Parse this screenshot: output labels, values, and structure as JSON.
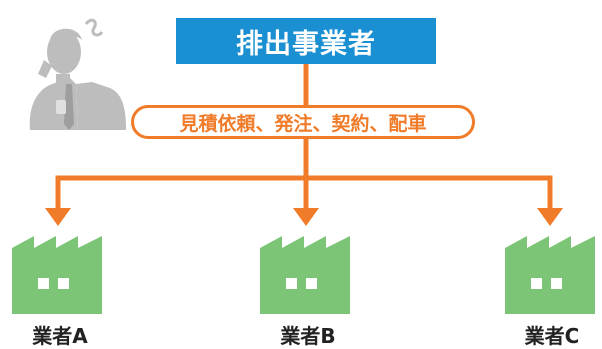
{
  "actor": {
    "label": "排出事業者",
    "icon": "businessman-phone-icon"
  },
  "flow": {
    "label": "見積依頼、発注、契約、配車"
  },
  "vendors": [
    {
      "label": "業者A",
      "icon": "factory-icon"
    },
    {
      "label": "業者B",
      "icon": "factory-icon"
    },
    {
      "label": "業者C",
      "icon": "factory-icon"
    }
  ],
  "colors": {
    "actor_box": "#1a8fd2",
    "flow_line": "#f07c2a",
    "factory": "#7cc576",
    "person": "#bdbdbd"
  }
}
